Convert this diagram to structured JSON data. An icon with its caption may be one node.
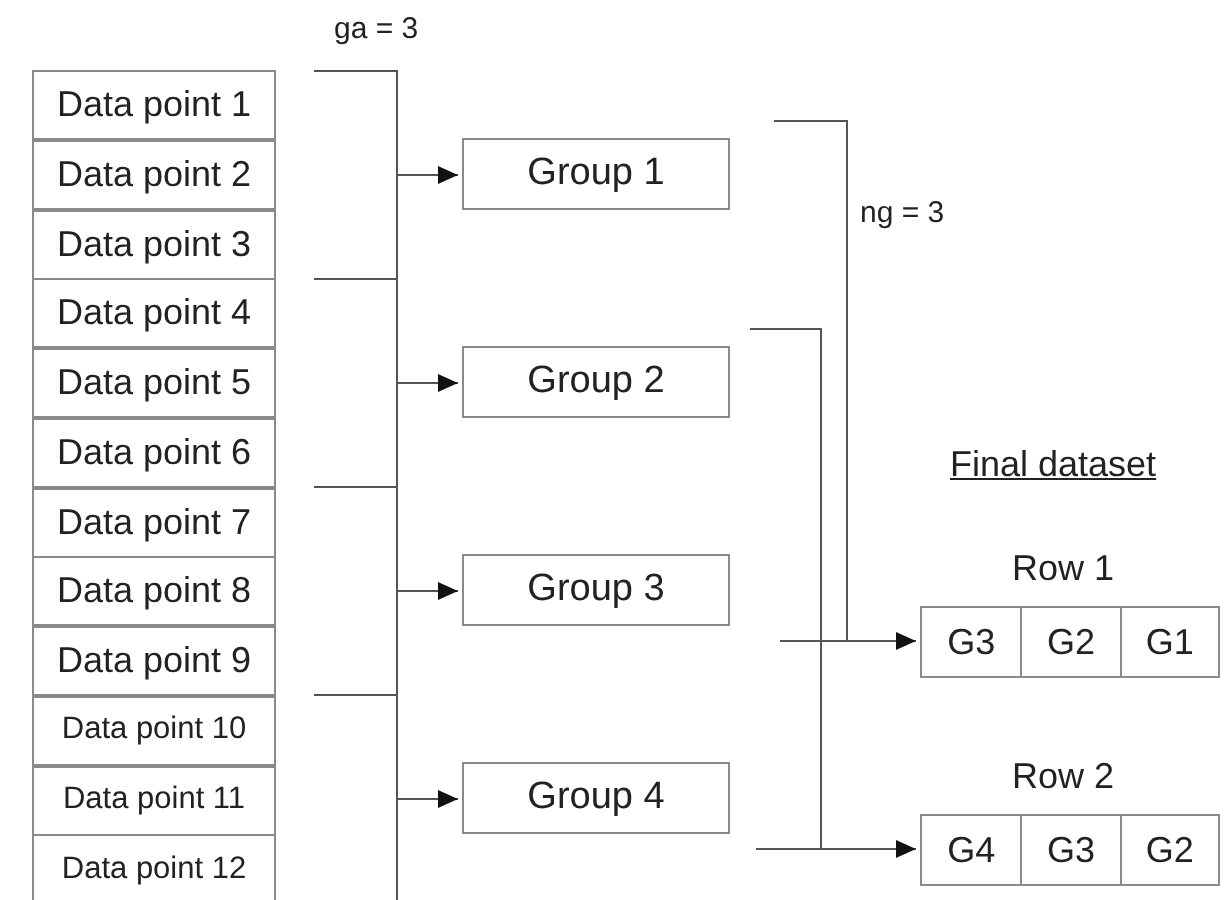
{
  "diagram": {
    "nodes": [
      {
        "text": [
          "Data point 1"
        ]
      },
      {
        "text": [
          "Data point 2"
        ]
      },
      {
        "text": [
          "Data point 3"
        ]
      },
      {
        "text": [
          "Data point 4"
        ]
      },
      {
        "text": [
          "Data point 5"
        ]
      },
      {
        "text": [
          "Data point 6"
        ]
      },
      {
        "text": [
          "Data point 7"
        ]
      },
      {
        "text": [
          "Data point 8"
        ]
      },
      {
        "text": [
          "Data point 9"
        ]
      },
      {
        "text": [
          "Data point 10"
        ]
      },
      {
        "text": [
          "Data point 11"
        ]
      },
      {
        "text": [
          "Data point 12"
        ]
      },
      {
        "text": [],
        "shape": "bracket"
      },
      {
        "text": [
          "Group 1"
        ]
      },
      {
        "text": [
          "Group 2"
        ]
      },
      {
        "text": [
          "Group 3"
        ]
      },
      {
        "text": [
          "Group 4"
        ]
      },
      {
        "text": [],
        "shape": "bracket"
      },
      {
        "text": [],
        "shape": "bracket"
      },
      {
        "text": [],
        "shape": "box",
        "beside": [
          "Row 1"
        ]
      },
      {
        "text": [
          "G3"
        ],
        "in": 19
      },
      {
        "text": [
          "G2"
        ],
        "in": 19
      },
      {
        "text": [
          "G1"
        ],
        "in": 19
      },
      {
        "text": [],
        "shape": "box",
        "beside": [
          "Row 2"
        ]
      },
      {
        "text": [
          "G4"
        ],
        "in": 23
      },
      {
        "text": [
          "G3"
        ],
        "in": 23
      },
      {
        "text": [
          "G2"
        ],
        "in": 23
      }
    ],
    "edges": [
      {
        "from": 12,
        "to": 13,
        "arrow": "to"
      },
      {
        "from": 12,
        "to": 14,
        "arrow": "to"
      },
      {
        "from": 12,
        "to": 15,
        "arrow": "to"
      },
      {
        "from": 12,
        "to": 16,
        "arrow": "to"
      },
      {
        "from": 17,
        "to": 19,
        "arrow": "to"
      },
      {
        "from": 18,
        "to": 23,
        "arrow": "to"
      }
    ],
    "labels": [
      "ga = 3",
      "ng = 3",
      "Final dataset"
    ]
  }
}
